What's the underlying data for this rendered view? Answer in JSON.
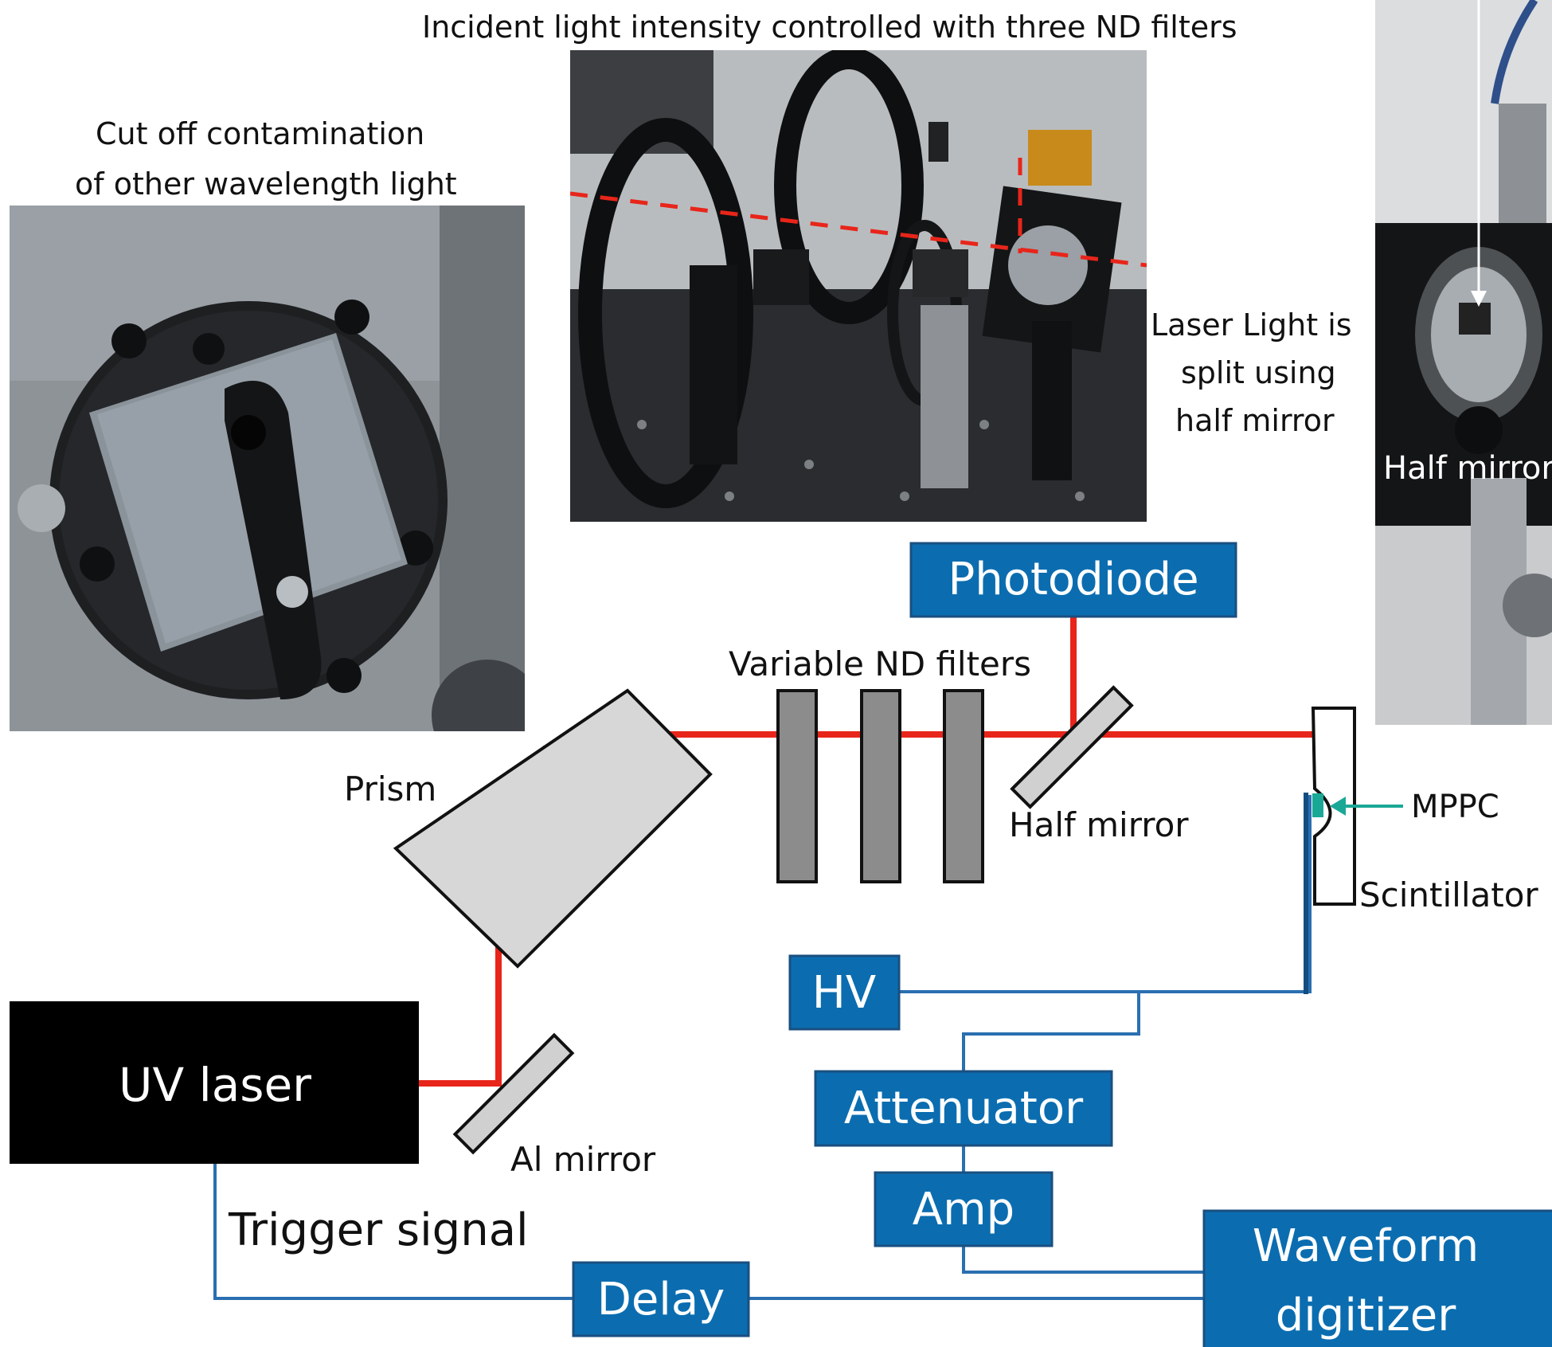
{
  "captions": {
    "top": "Incident light intensity controlled with three ND filters",
    "left_line1": "Cut off contamination",
    "left_line2": "of other wavelength light",
    "right_line1": "Laser Light is",
    "right_line2": "split using",
    "right_line3": "half mirror",
    "photo_half_mirror": "Half mirror"
  },
  "diagram": {
    "photodiode": "Photodiode",
    "variable_nd_filters": "Variable ND filters",
    "half_mirror": "Half mirror",
    "prism": "Prism",
    "mppc": "MPPC",
    "scintillator": "Scintillator",
    "hv": "HV",
    "attenuator": "Attenuator",
    "amp": "Amp",
    "uv_laser": "UV laser",
    "al_mirror": "Al mirror",
    "trigger_signal": "Trigger signal",
    "delay": "Delay",
    "waveform_line1": "Waveform",
    "waveform_line2": "digitizer"
  },
  "colors": {
    "laser_beam": "#e8251a",
    "signal_line": "#2a6fb0",
    "box_fill": "#0b6db0",
    "box_border": "#1a4f80",
    "mppc": "#1aa896",
    "filter_fill": "#8c8c8c",
    "prism_fill": "#d7d7d7",
    "laser_box": "#000000"
  },
  "icons": {
    "photo_left": "prism-mount-photo",
    "photo_top": "nd-filter-wheels-photo",
    "photo_right": "half-mirror-mount-photo"
  }
}
